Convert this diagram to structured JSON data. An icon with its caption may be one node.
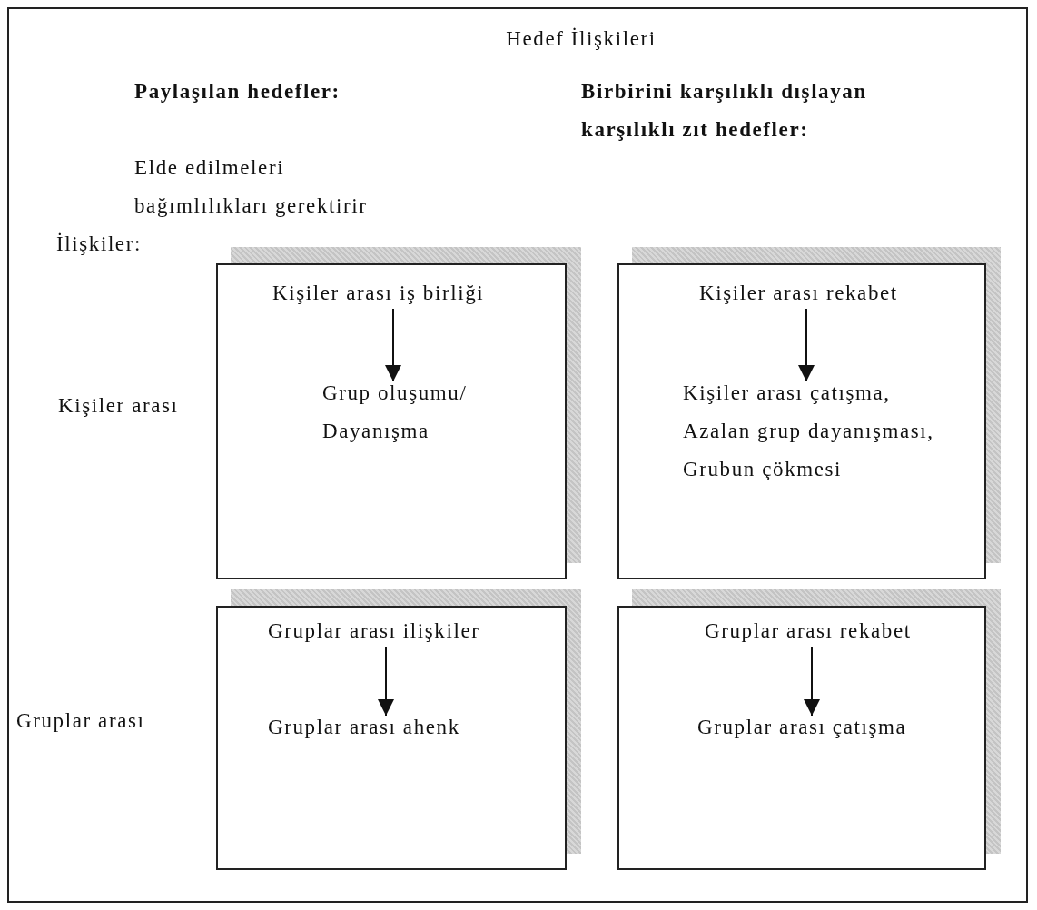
{
  "diagram": {
    "title": "Hedef İlişkileri",
    "nodes": [
      {
        "text": [],
        "shape": "box"
      },
      {
        "text": [
          "Kişiler arası iş birliği"
        ],
        "in": 0
      },
      {
        "text": [
          "Grup oluşumu/ Dayanışma"
        ],
        "in": 0
      },
      {
        "text": [],
        "shape": "box"
      },
      {
        "text": [
          "Kişiler arası rekabet"
        ],
        "in": 3
      },
      {
        "text": [
          "Kişiler arası çatışma, Azalan grup dayanışması, Grubun çökmesi"
        ],
        "in": 3
      },
      {
        "text": [],
        "shape": "box"
      },
      {
        "text": [
          "Gruplar arası ilişkiler"
        ],
        "in": 6
      },
      {
        "text": [
          "Gruplar arası ahenk"
        ],
        "in": 6
      },
      {
        "text": [],
        "shape": "box"
      },
      {
        "text": [
          "Gruplar arası rekabet"
        ],
        "in": 9
      },
      {
        "text": [
          "Gruplar arası çatışma"
        ],
        "in": 9
      }
    ],
    "edges": [
      {
        "from": 1,
        "to": 2,
        "arrow": "to"
      },
      {
        "from": 4,
        "to": 5,
        "arrow": "to"
      },
      {
        "from": 7,
        "to": 8,
        "arrow": "to"
      },
      {
        "from": 10,
        "to": 11,
        "arrow": "to"
      }
    ],
    "labels": [
      "Paylaşılan hedefler:",
      "Birbirini karşılıklı dışlayan karşılıklı zıt hedefler:",
      "Elde edilmeleri",
      "bağımlılıkları gerektirir",
      "İlişkiler:",
      "Kişiler arası",
      "Gruplar arası"
    ]
  }
}
